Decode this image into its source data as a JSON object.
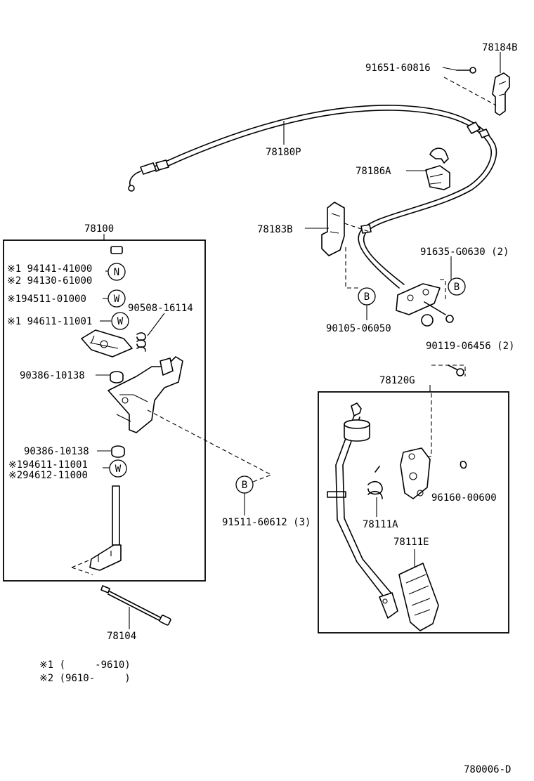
{
  "part_labels": {
    "p78184B": "78184B",
    "p91651": "91651-60816",
    "p78180P": "78180P",
    "p78186A": "78186A",
    "p78183B": "78183B",
    "p91635": "91635-G0630 (2)",
    "p90105": "90105-06050",
    "p90119": "90119-06456 (2)",
    "p78100": "78100",
    "p78120G": "78120G",
    "p96160": "96160-00600",
    "p78111A": "78111A",
    "p78111E": "78111E",
    "p91511": "91511-60612 (3)",
    "p78104": "78104",
    "p90508": "90508-16114",
    "p90386a": "90386-10138",
    "p90386b": "90386-10138"
  },
  "variant_labels": {
    "v94141": "※1 94141-41000",
    "v94130": "※2 94130-61000",
    "v194511": "※194511-01000",
    "v194611a": "※1 94611-11001",
    "v194611b": "※194611-11001",
    "v294612": "※294612-11000"
  },
  "callout_letters": {
    "N": "N",
    "W": "W",
    "B": "B"
  },
  "legend": {
    "line1": "※1 (     -9610)",
    "line2": "※2 (9610-     )"
  },
  "diagram_id": "780006-D"
}
